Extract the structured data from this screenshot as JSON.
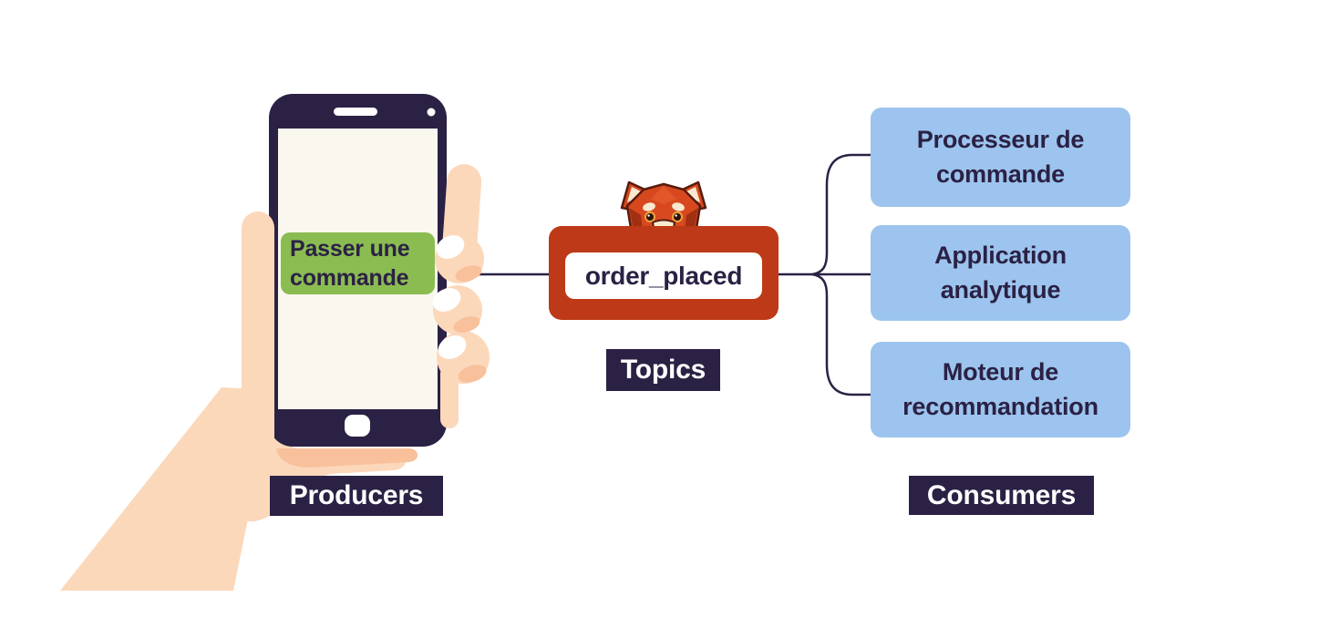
{
  "diagram": {
    "producers": {
      "label": "Producers",
      "phone_button_label": "Passer une commande"
    },
    "topics": {
      "label": "Topics",
      "topic_name": "order_placed",
      "mascot_icon": "redpanda-icon"
    },
    "consumers": {
      "label": "Consumers",
      "items": [
        {
          "label": "Processeur de commande"
        },
        {
          "label": "Application analytique"
        },
        {
          "label": "Moteur de recommandation"
        }
      ]
    },
    "colors": {
      "navy": "#2b2144",
      "topic_red": "#bd3917",
      "consumer_blue": "#9cc4ee",
      "button_green": "#8bbc52",
      "hand_peach": "#fcd8bb",
      "hand_peach_shade": "#f8c19c",
      "screen_cream": "#faf7ee"
    }
  }
}
